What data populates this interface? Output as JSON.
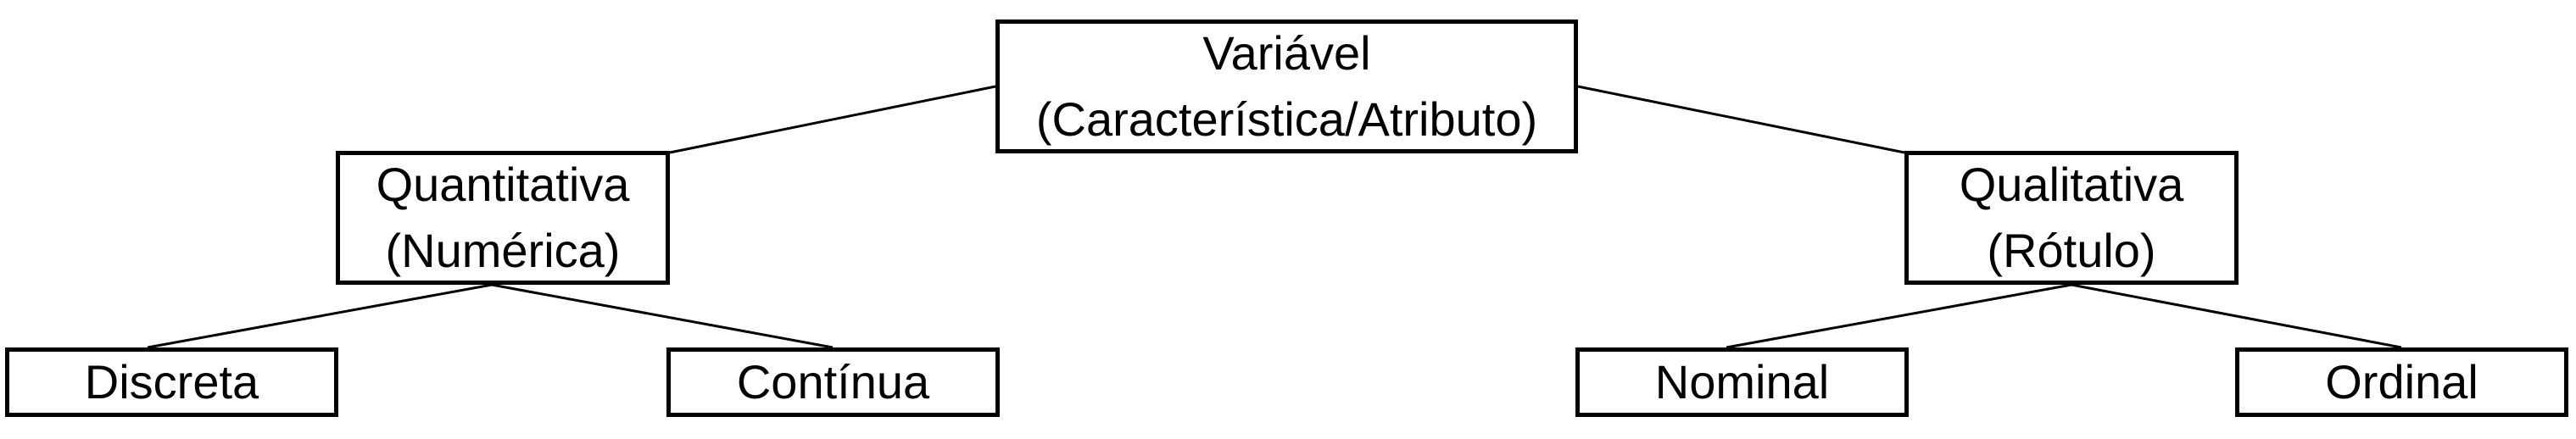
{
  "root": {
    "line1": "Variável",
    "line2": "(Característica/Atributo)"
  },
  "quantitative": {
    "line1": "Quantitativa",
    "line2": "(Numérica)"
  },
  "qualitative": {
    "line1": "Qualitativa",
    "line2": "(Rótulo)"
  },
  "leaves": {
    "discrete": "Discreta",
    "continuous": "Contínua",
    "nominal": "Nominal",
    "ordinal": "Ordinal"
  },
  "colors": {
    "stroke": "#000000",
    "background": "#ffffff",
    "text": "#000000"
  }
}
